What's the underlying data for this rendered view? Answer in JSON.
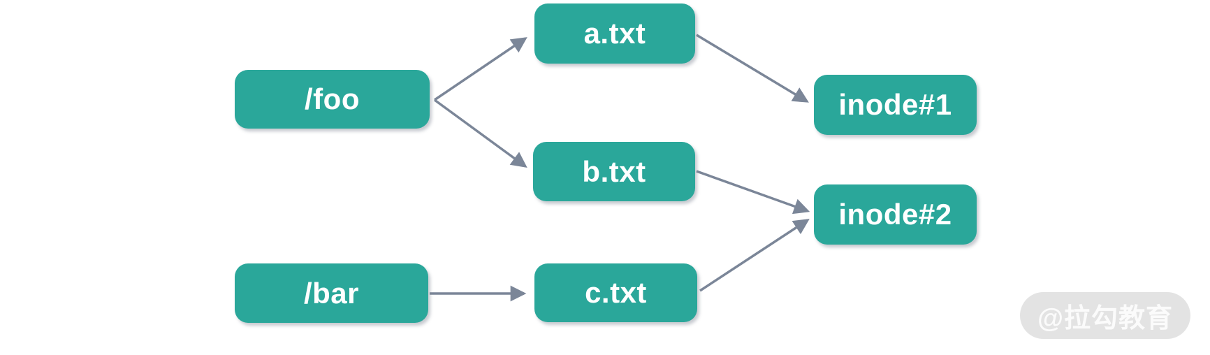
{
  "diagram": {
    "description": "file names to inode mapping (hard links)",
    "nodes": {
      "foo": {
        "label": "/foo"
      },
      "bar": {
        "label": "/bar"
      },
      "a_txt": {
        "label": "a.txt"
      },
      "b_txt": {
        "label": "b.txt"
      },
      "c_txt": {
        "label": "c.txt"
      },
      "inode1": {
        "label": "inode#1"
      },
      "inode2": {
        "label": "inode#2"
      }
    },
    "edges": [
      {
        "from": "/foo",
        "to": "a.txt"
      },
      {
        "from": "/foo",
        "to": "b.txt"
      },
      {
        "from": "a.txt",
        "to": "inode#1"
      },
      {
        "from": "b.txt",
        "to": "inode#2"
      },
      {
        "from": "/bar",
        "to": "c.txt"
      },
      {
        "from": "c.txt",
        "to": "inode#2"
      }
    ],
    "colors": {
      "node_fill": "#2aa79a",
      "node_text": "#ffffff",
      "arrow": "#7b8698",
      "watermark_bg": "#e3e3e3",
      "watermark_text": "#fbfbfb"
    }
  },
  "watermark": {
    "label": "@拉勾教育"
  }
}
